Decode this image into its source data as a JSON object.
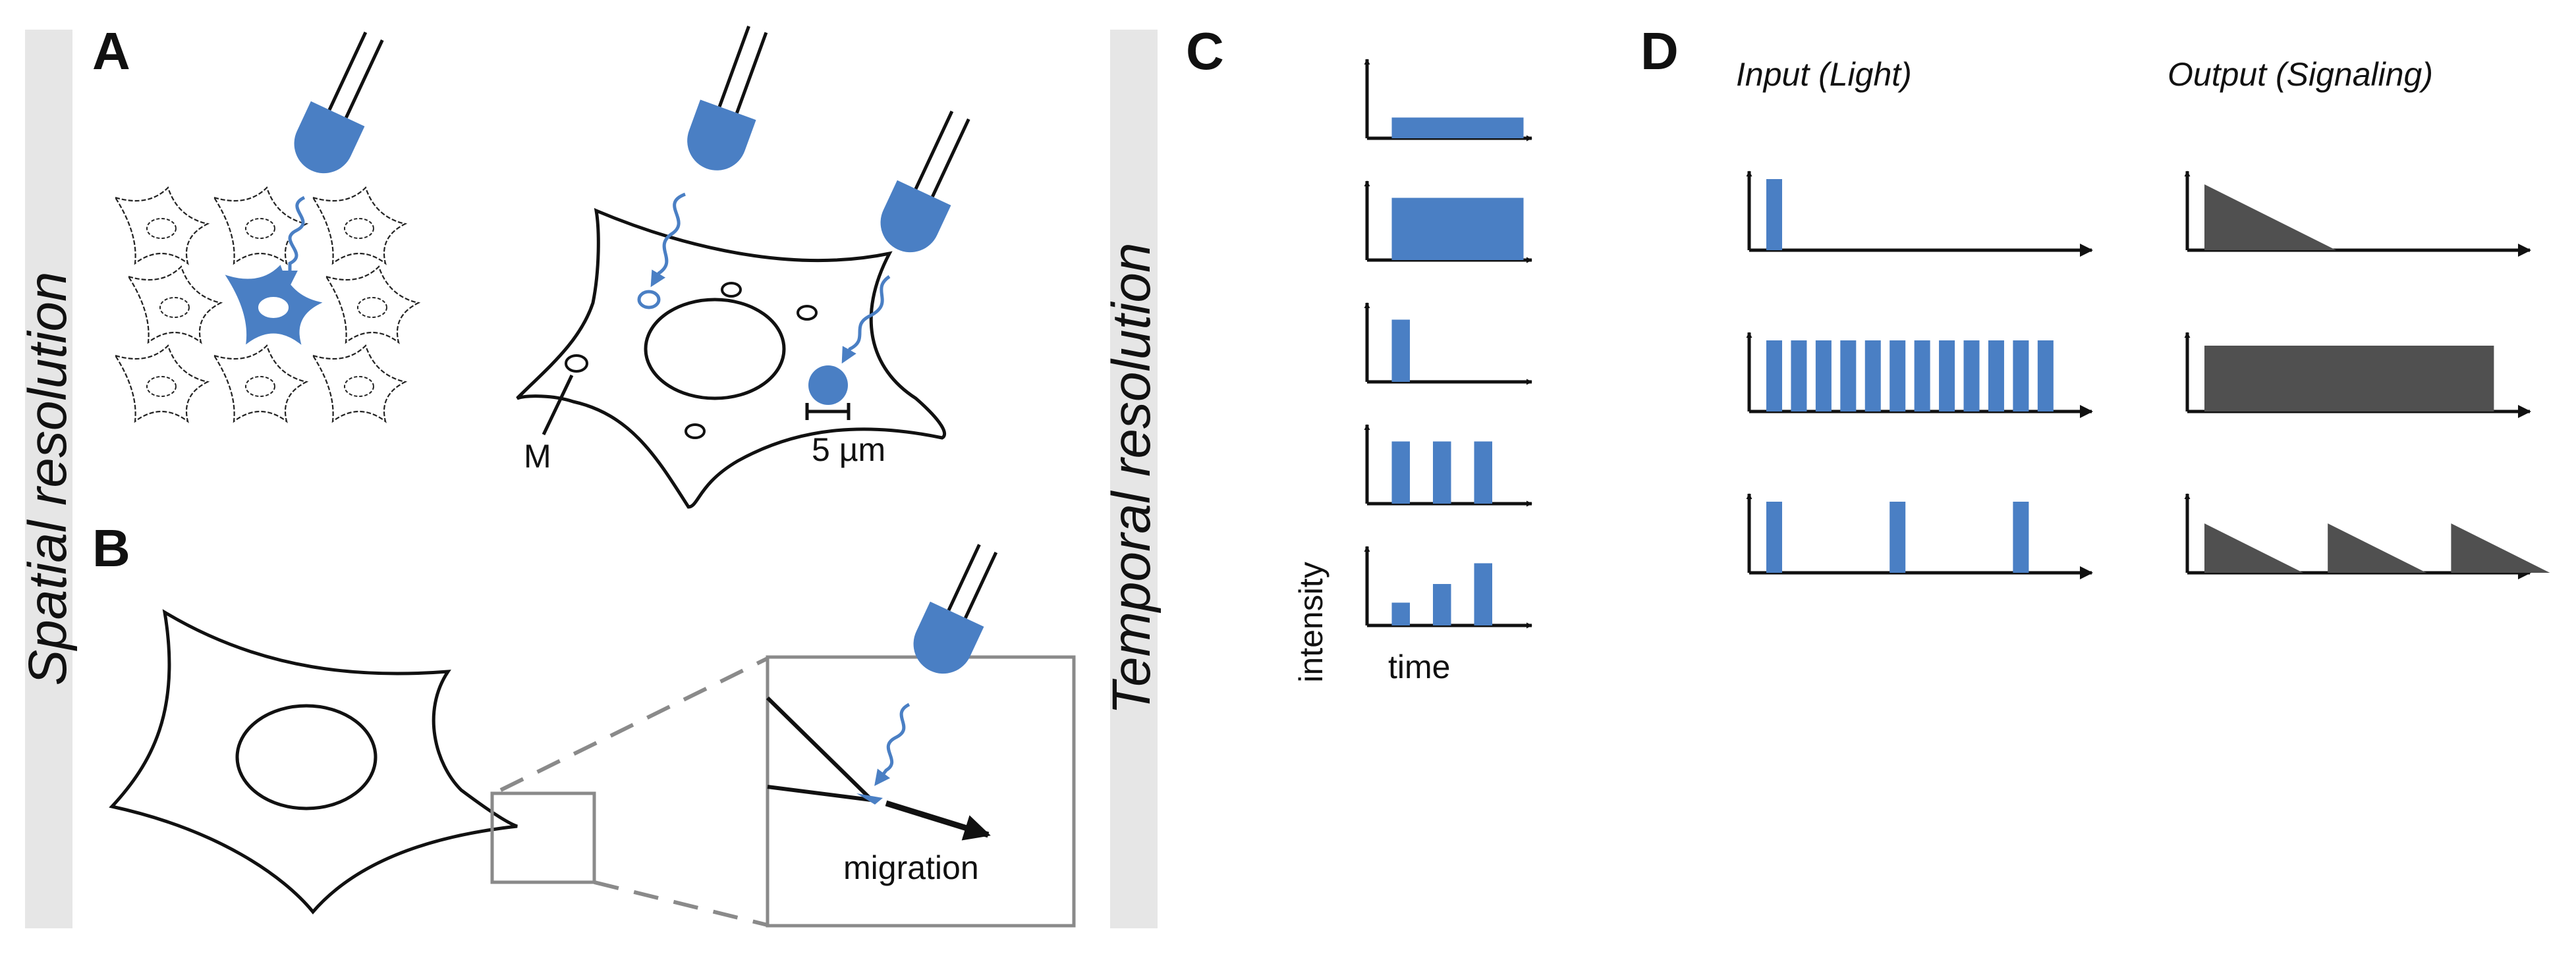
{
  "colors": {
    "light_blue": "#4a7fc4",
    "signal_gray": "#505050",
    "side_band": "#e6e6e6",
    "line": "#111111",
    "zoom_box": "#8a8a8a"
  },
  "icons": [
    "led-light-source-icon",
    "photon-squiggle-icon"
  ],
  "panels": {
    "A": {
      "letter": "A",
      "organelle_label": "M",
      "scale_label": "5 µm"
    },
    "B": {
      "letter": "B",
      "migration_label": "migration"
    },
    "C": {
      "letter": "C",
      "y_label": "intensity",
      "x_label": "time",
      "plots": [
        {
          "name": "low-continuous",
          "bars": [
            [
              0.15,
              0.95,
              0.3
            ]
          ]
        },
        {
          "name": "high-continuous",
          "bars": [
            [
              0.15,
              0.95,
              0.9
            ]
          ]
        },
        {
          "name": "single-pulse",
          "bars": [
            [
              0.15,
              0.26,
              0.9
            ]
          ]
        },
        {
          "name": "pulse-train",
          "bars": [
            [
              0.15,
              0.26,
              0.9
            ],
            [
              0.4,
              0.51,
              0.9
            ],
            [
              0.65,
              0.76,
              0.9
            ]
          ]
        },
        {
          "name": "ramp-pulses",
          "bars": [
            [
              0.15,
              0.26,
              0.33
            ],
            [
              0.4,
              0.51,
              0.6
            ],
            [
              0.65,
              0.76,
              0.9
            ]
          ]
        }
      ]
    },
    "D": {
      "letter": "D",
      "input_header": "Input (Light)",
      "output_header": "Output (Signaling)",
      "rows": [
        {
          "input_pulses": [
            0.05
          ],
          "output": "single-decay"
        },
        {
          "input_pulses": [
            0.05,
            0.122,
            0.194,
            0.266,
            0.338,
            0.41,
            0.482,
            0.554,
            0.626,
            0.698,
            0.77,
            0.842
          ],
          "output": "sustained"
        },
        {
          "input_pulses": [
            0.05,
            0.41,
            0.77
          ],
          "output": "repeated-decay"
        }
      ]
    }
  },
  "side_labels": {
    "spatial": "Spatial resolution",
    "temporal": "Temporal resolution"
  }
}
